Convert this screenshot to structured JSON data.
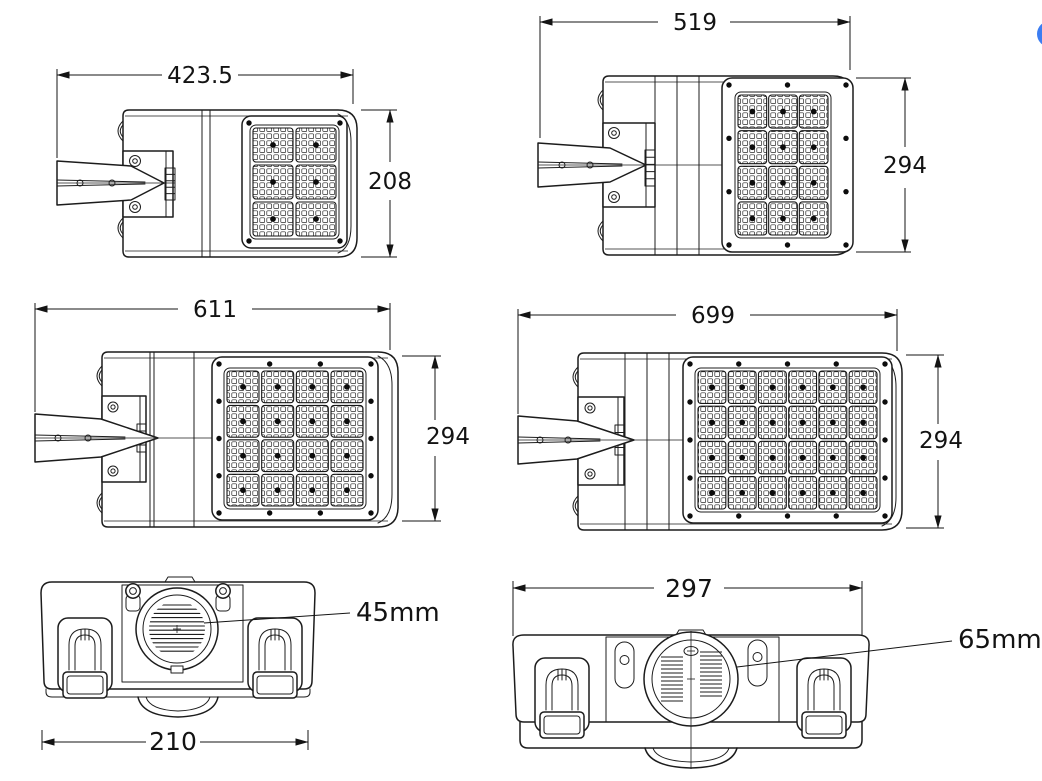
{
  "drawing": {
    "accent_dot_color": "#3b7df2",
    "views": {
      "top_left": {
        "width_label": "423.5",
        "height_label": "208",
        "led_modules": {
          "cols": 2,
          "rows": 3
        }
      },
      "top_right": {
        "width_label": "519",
        "height_label": "294",
        "led_modules": {
          "cols": 3,
          "rows": 4
        }
      },
      "mid_left": {
        "width_label": "611",
        "height_label": "294",
        "led_modules": {
          "cols": 4,
          "rows": 4
        }
      },
      "mid_right": {
        "width_label": "699",
        "height_label": "294",
        "led_modules": {
          "cols": 6,
          "rows": 4
        }
      },
      "bottom_left": {
        "width_label": "210",
        "callout_label": "45mm"
      },
      "bottom_right": {
        "width_label": "297",
        "callout_label": "65mm"
      }
    }
  }
}
